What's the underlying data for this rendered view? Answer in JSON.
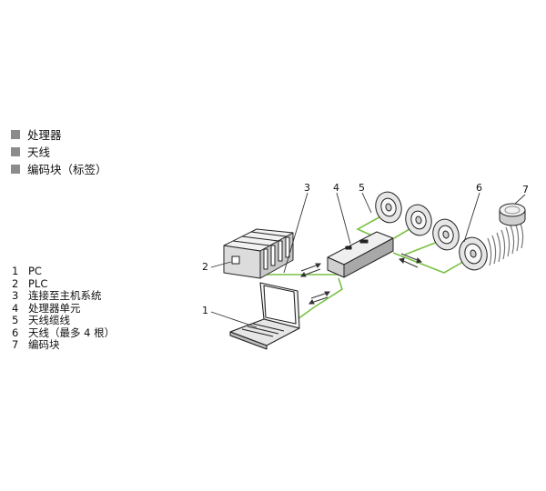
{
  "categories": [
    {
      "label": "处理器",
      "color": "#8c8c8c"
    },
    {
      "label": "天线",
      "color": "#8c8c8c"
    },
    {
      "label": "编码块（标签）",
      "color": "#8c8c8c"
    }
  ],
  "callouts": [
    "1",
    "2",
    "3",
    "4",
    "5",
    "6",
    "7"
  ],
  "components": [
    {
      "num": "1",
      "label": "PC"
    },
    {
      "num": "2",
      "label": "PLC"
    },
    {
      "num": "3",
      "label": "连接至主机系统"
    },
    {
      "num": "4",
      "label": "处理器单元"
    },
    {
      "num": "5",
      "label": "天线缆线"
    },
    {
      "num": "6",
      "label": "天线（最多 4 根）"
    },
    {
      "num": "7",
      "label": "编码块"
    }
  ],
  "colors": {
    "cable": "#7ac143",
    "device_fill": "#e6e6e6",
    "outline": "#222222"
  }
}
